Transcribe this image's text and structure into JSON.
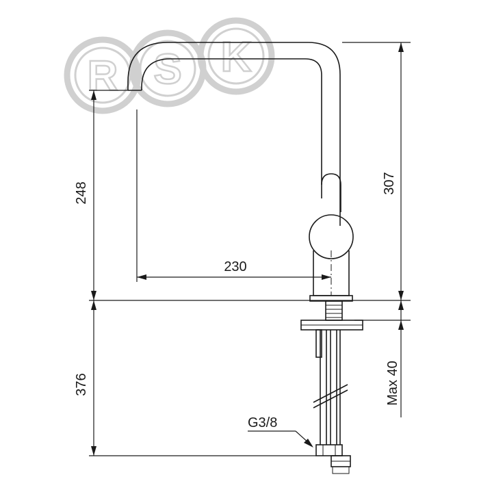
{
  "watermark": {
    "text": "RSK",
    "color": "#d0d0d0"
  },
  "dimensions": {
    "spout_height": "248",
    "total_height": "307",
    "reach": "230",
    "below_deck": "376",
    "deck_thickness": "Max 40",
    "connection": "G3/8"
  },
  "colors": {
    "line": "#1a1a1a",
    "background": "#ffffff"
  }
}
